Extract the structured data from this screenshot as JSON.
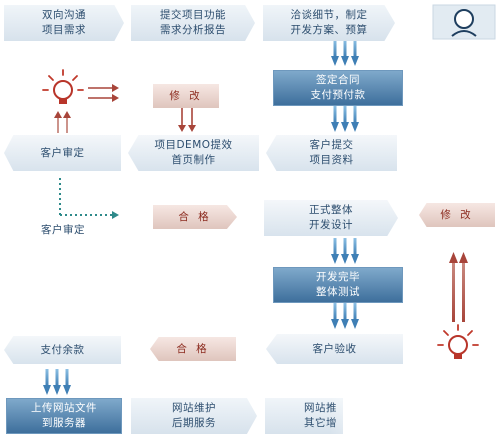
{
  "steps": {
    "communicate": "双向沟通\n项目需求",
    "analysis": "提交项目功能\n需求分析报告",
    "negotiate": "洽谈细节，制定\n开发方案、预算",
    "contract": "签定合同\n支付预付款",
    "client_submit": "客户提交\n项目资料",
    "demo": "项目DEMO提效\n首页制作",
    "client_review": "客户审定",
    "client_review_2": "客户审定",
    "formal_design": "正式整体\n开发设计",
    "dev_complete": "开发完毕\n整体测试",
    "acceptance": "客户验收",
    "balance": "支付余款",
    "upload": "上传网站文件\n到服务器",
    "maintenance": "网站维护\n后期服务",
    "other": "网站推\n其它增"
  },
  "tags": {
    "modify_1": "修 改",
    "modify_2": "修 改",
    "pass_1": "合 格",
    "pass_2": "合 格"
  },
  "icons": [
    "person-icon",
    "lightbulb-icon"
  ],
  "colors": {
    "blue_box": "#4d7ead",
    "red_arrow": "#a8453a",
    "blue_arrow": "#3f7fb5",
    "text": "#2c4d6e"
  }
}
